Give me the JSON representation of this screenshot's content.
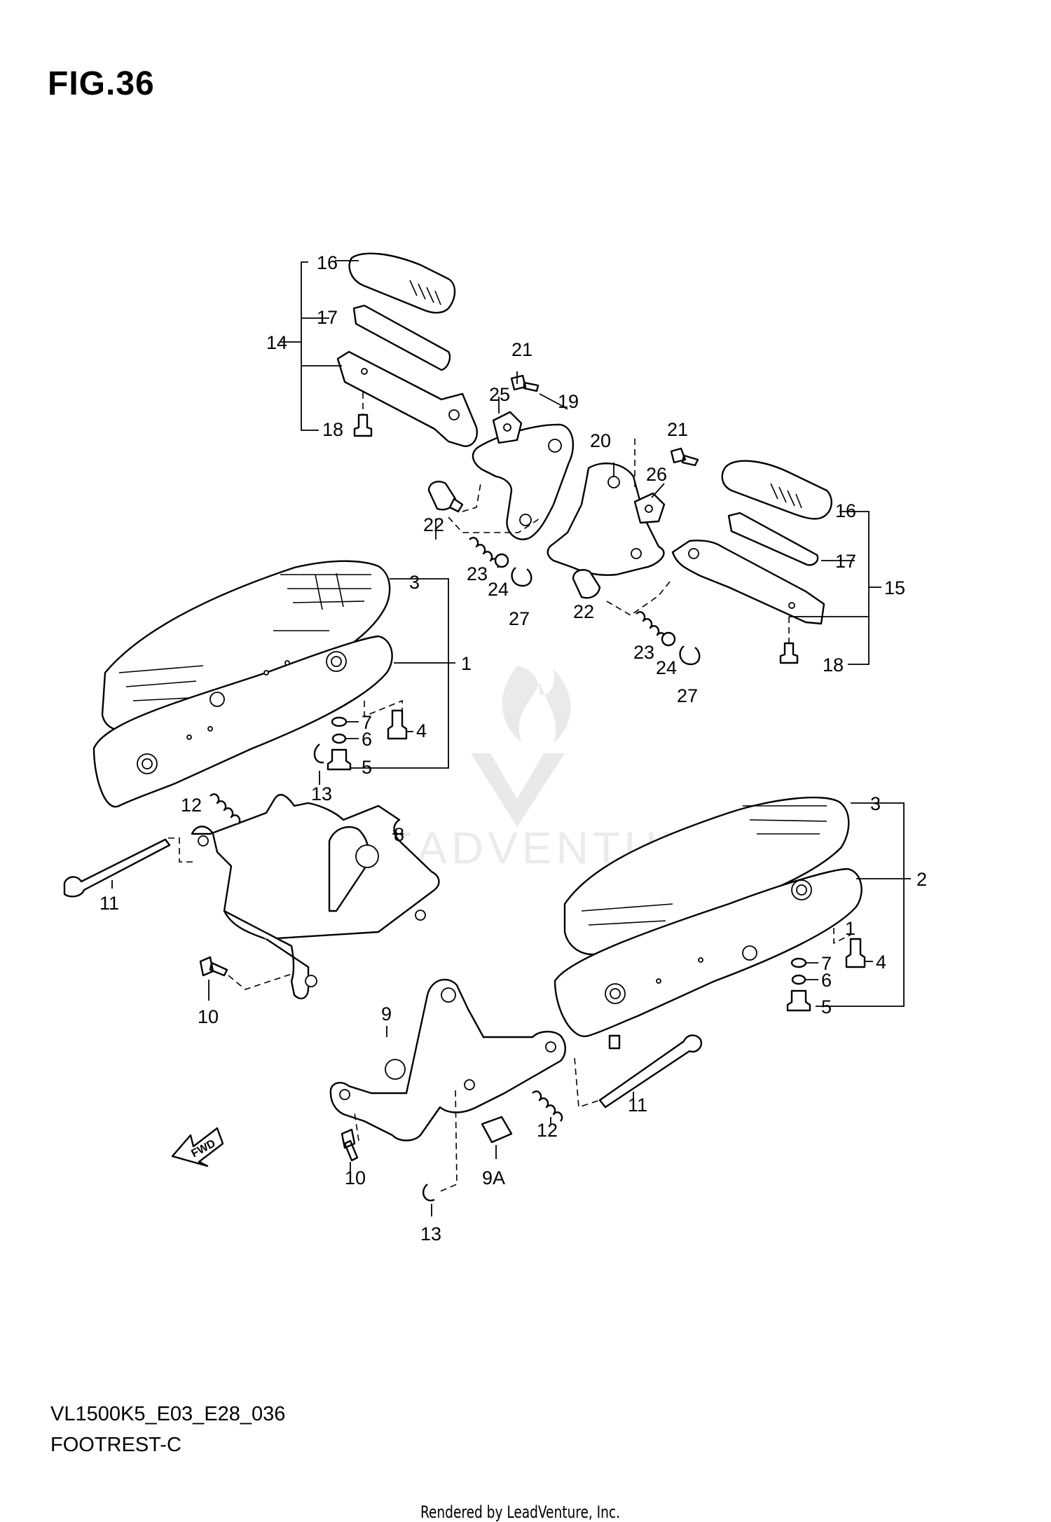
{
  "figure": {
    "title": "FIG.36",
    "model_code": "VL1500K5_E03_E28_036",
    "section_name": "FOOTREST-C",
    "footer": "Rendered by LeadVenture, Inc.",
    "watermark": "LEADVENTURE",
    "fwd_label": "FWD"
  },
  "callouts": [
    {
      "id": "c16a",
      "text": "16"
    },
    {
      "id": "c17a",
      "text": "17"
    },
    {
      "id": "c14",
      "text": "14"
    },
    {
      "id": "c18a",
      "text": "18"
    },
    {
      "id": "c21a",
      "text": "21"
    },
    {
      "id": "c25",
      "text": "25"
    },
    {
      "id": "c19",
      "text": "19"
    },
    {
      "id": "c22a",
      "text": "22"
    },
    {
      "id": "c23a",
      "text": "23"
    },
    {
      "id": "c24a",
      "text": "24"
    },
    {
      "id": "c27a",
      "text": "27"
    },
    {
      "id": "c20",
      "text": "20"
    },
    {
      "id": "c21b",
      "text": "21"
    },
    {
      "id": "c26",
      "text": "26"
    },
    {
      "id": "c16b",
      "text": "16"
    },
    {
      "id": "c17b",
      "text": "17"
    },
    {
      "id": "c15",
      "text": "15"
    },
    {
      "id": "c18b",
      "text": "18"
    },
    {
      "id": "c22b",
      "text": "22"
    },
    {
      "id": "c23b",
      "text": "23"
    },
    {
      "id": "c24b",
      "text": "24"
    },
    {
      "id": "c27b",
      "text": "27"
    },
    {
      "id": "c3a",
      "text": "3"
    },
    {
      "id": "c1",
      "text": "1"
    },
    {
      "id": "c7a",
      "text": "7"
    },
    {
      "id": "c4a",
      "text": "4"
    },
    {
      "id": "c6a",
      "text": "6"
    },
    {
      "id": "c5a",
      "text": "5"
    },
    {
      "id": "c13a",
      "text": "13"
    },
    {
      "id": "c12a",
      "text": "12"
    },
    {
      "id": "c8",
      "text": "8"
    },
    {
      "id": "c11a",
      "text": "11"
    },
    {
      "id": "c10a",
      "text": "10"
    },
    {
      "id": "c3b",
      "text": "3"
    },
    {
      "id": "c2",
      "text": "2"
    },
    {
      "id": "c1b",
      "text": "1"
    },
    {
      "id": "c7b",
      "text": "7"
    },
    {
      "id": "c4b",
      "text": "4"
    },
    {
      "id": "c6b",
      "text": "6"
    },
    {
      "id": "c5b",
      "text": "5"
    },
    {
      "id": "c9",
      "text": "9"
    },
    {
      "id": "c11b",
      "text": "11"
    },
    {
      "id": "c12b",
      "text": "12"
    },
    {
      "id": "c9a",
      "text": "9A"
    },
    {
      "id": "c10b",
      "text": "10"
    },
    {
      "id": "c13b",
      "text": "13"
    }
  ]
}
